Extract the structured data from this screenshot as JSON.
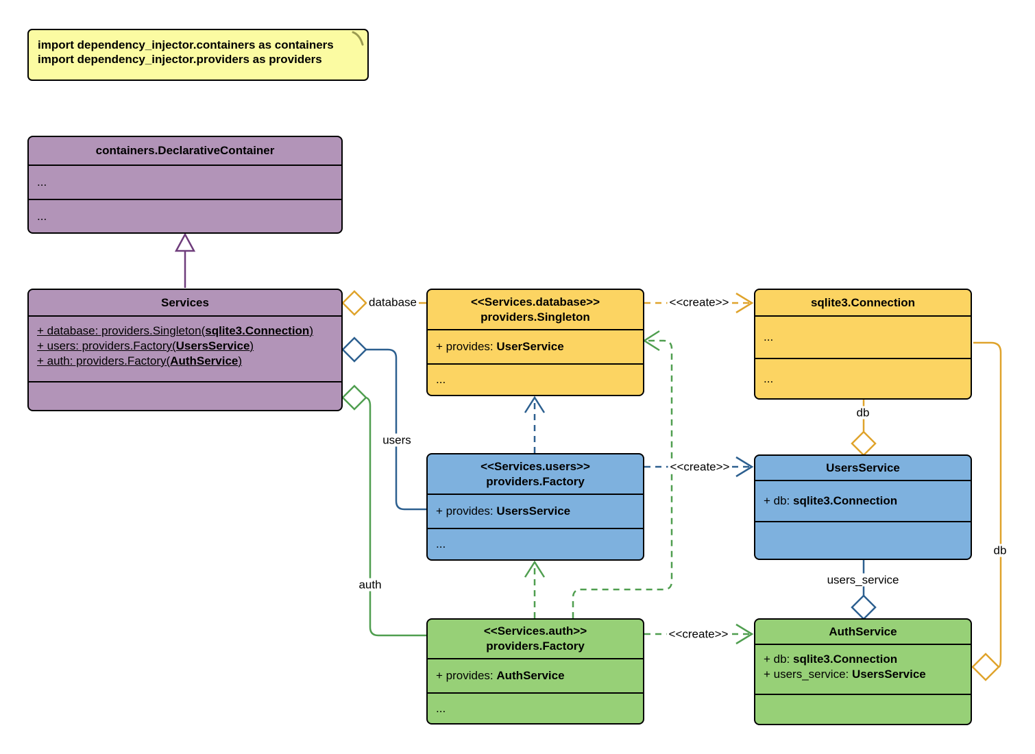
{
  "colors": {
    "purple_fill": "#B294B8",
    "purple_line": "#6E3C7B",
    "gold_fill": "#FCD462",
    "gold_line": "#DFA32B",
    "blue_fill": "#7EB1DE",
    "blue_line": "#2C5F8F",
    "green_fill": "#97D077",
    "green_line": "#4F9E4F",
    "note_fill": "#FBFBA2"
  },
  "note": {
    "line1": "import dependency_injector.containers as containers",
    "line2": "import dependency_injector.providers as providers"
  },
  "classes": {
    "declarative_container": {
      "title": "containers.DeclarativeContainer",
      "fields": "...",
      "methods": "..."
    },
    "services": {
      "title": "Services",
      "attrs": [
        {
          "pre": "+ database: providers.Singleton(",
          "bold": "sqlite3.Connection",
          "suf": ")"
        },
        {
          "pre": "+ users: providers.Factory(",
          "bold": "UsersService",
          "suf": ")"
        },
        {
          "pre": "+ auth: providers.Factory(",
          "bold": "AuthService",
          "suf": ")"
        }
      ]
    },
    "database_singleton": {
      "stereotype": "<<Services.database>>",
      "name": "providers.Singleton",
      "attr": {
        "pre": "+ provides: ",
        "bold": "UserService"
      },
      "more": "..."
    },
    "sqlite_connection": {
      "title": "sqlite3.Connection",
      "fields": "...",
      "methods": "..."
    },
    "users_factory": {
      "stereotype": "<<Services.users>>",
      "name": "providers.Factory",
      "attr": {
        "pre": "+ provides: ",
        "bold": "UsersService"
      },
      "more": "..."
    },
    "users_service": {
      "title": "UsersService",
      "attr": {
        "pre": "+ db: ",
        "bold": "sqlite3.Connection"
      }
    },
    "auth_factory": {
      "stereotype": "<<Services.auth>>",
      "name": "providers.Factory",
      "attr": {
        "pre": "+ provides: ",
        "bold": "AuthService"
      },
      "more": "..."
    },
    "auth_service": {
      "title": "AuthService",
      "attrs": [
        {
          "pre": "+ db: ",
          "bold": "sqlite3.Connection"
        },
        {
          "pre": "+ users_service: ",
          "bold": "UsersService"
        }
      ]
    }
  },
  "edge_labels": {
    "database": "database",
    "users": "users",
    "auth": "auth",
    "create": "<<create>>",
    "db": "db",
    "users_service": "users_service"
  }
}
